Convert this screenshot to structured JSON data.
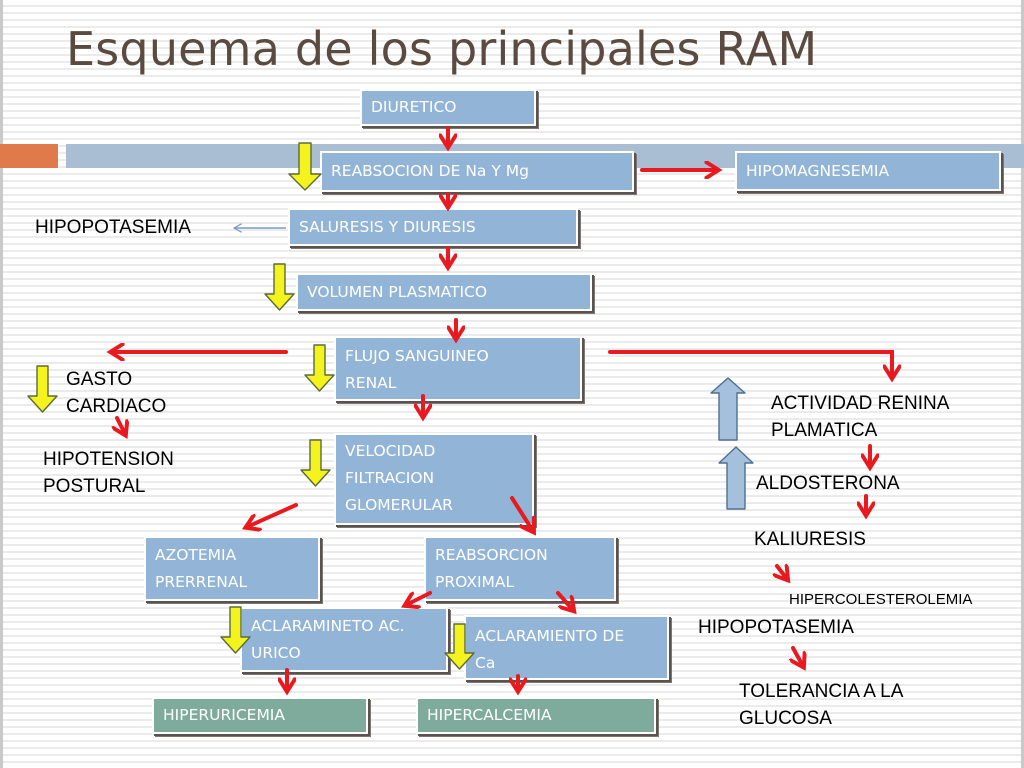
{
  "title": "Esquema de los principales RAM",
  "boxes": {
    "diuretico": "DIURETICO",
    "reabsocion": "REABSOCION  DE Na Y Mg",
    "hipomagnesemia": "HIPOMAGNESEMIA",
    "saluresis": "SALURESIS Y DIURESIS",
    "volumen": "VOLUMEN PLASMATICO",
    "flujo": "FLUJO SANGUINEO\nRENAL",
    "velocidad": "VELOCIDAD\nFILTRACION\nGLOMERULAR",
    "azotemia": "AZOTEMIA\nPRERRENAL",
    "reabsorcion_proximal": "REABSORCION\nPROXIMAL",
    "aclaramiento_urico": "ACLARAMINETO AC.\nURICO",
    "aclaramiento_ca": "ACLARAMIENTO DE\nCa",
    "hiperuricemia": "HIPERURICEMIA",
    "hipercalcemia": "HIPERCALCEMIA"
  },
  "labels": {
    "hipopotasemia_left": "HIPOPOTASEMIA",
    "gasto_cardiaco": "GASTO\nCARDIACO",
    "hipotension": "HIPOTENSION\nPOSTURAL",
    "actividad_renina": "ACTIVIDAD RENINA\nPLAMATICA",
    "aldosterona": "ALDOSTERONA",
    "kaliuresis": "KALIURESIS",
    "hipercolesterolemia": "HIPERCOLESTEROLEMIA",
    "hipopotasemia_right": "HIPOPOTASEMIA",
    "tolerancia": "TOLERANCIA  A  LA\nGLUCOSA"
  },
  "colors": {
    "box_blue": "#92b4d6",
    "box_green": "#7fab9c",
    "arrow_red": "#e8191f",
    "down_arrow_yellow": "#f4f31e",
    "up_arrow_blue": "#a4c0dc",
    "title": "#5b4a3f",
    "accent_orange": "#e07a4b"
  }
}
